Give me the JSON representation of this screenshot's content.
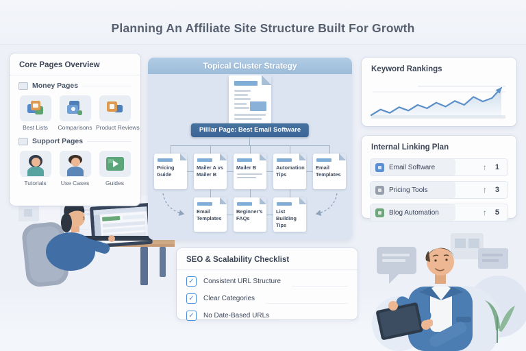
{
  "title": "Planning An Affiliate Site Structure Built For Growth",
  "colors": {
    "background": "#edf0f7",
    "band_blue": "#9cbcda",
    "pillar_badge_blue": "#3b6596",
    "doc_bar_blue": "#7fadd6",
    "connector": "#9fb3c8",
    "chart_line": "#5b8fc7",
    "checkbox_blue": "#4a90d9",
    "link_icon_blue": "#5b8fd4",
    "link_icon_gray": "#97a0ac",
    "link_icon_green": "#6fa77c"
  },
  "core_pages": {
    "title": "Core Pages Overview",
    "sections": [
      {
        "label": "Money Pages",
        "items": [
          {
            "label": "Best Lists"
          },
          {
            "label": "Comparisons"
          },
          {
            "label": "Product Reviews"
          }
        ]
      },
      {
        "label": "Support Pages",
        "items": [
          {
            "label": "Tutorials"
          },
          {
            "label": "Use Cases"
          },
          {
            "label": "Guides"
          }
        ]
      }
    ]
  },
  "cluster": {
    "title": "Topical Cluster Strategy",
    "pillar_label": "Pilllar Page: Best Email Software",
    "row1": [
      "Pricing Guide",
      "Mailer A vs Mailer B",
      "Mailer B",
      "Automation Tips",
      "Email Templates"
    ],
    "row2": [
      "Email Templates",
      "Beginner's FAQs",
      "List Building Tips"
    ]
  },
  "keyword_rankings": {
    "title": "Keyword Rankings",
    "chart_data": {
      "type": "line",
      "title": "Keyword Rankings",
      "x": [
        1,
        2,
        3,
        4,
        5,
        6,
        7,
        8,
        9,
        10,
        11,
        12,
        13,
        14,
        15
      ],
      "values": [
        32,
        42,
        36,
        46,
        40,
        50,
        44,
        54,
        47,
        57,
        50,
        64,
        56,
        62,
        80
      ],
      "xlabel": "",
      "ylabel": "",
      "grid": "faint horizontal lines",
      "legend": "none",
      "style": "upward zigzag trend line with arrowhead and light blue area fill"
    }
  },
  "internal_linking": {
    "title": "Internal Linking Plan",
    "rows": [
      {
        "label": "Email Software",
        "value": "1",
        "icon_color": "#5b8fd4",
        "arrow_color": "#86927f"
      },
      {
        "label": "Pricing Tools",
        "value": "3",
        "icon_color": "#97a0ac",
        "arrow_color": "#6a7280"
      },
      {
        "label": "Blog Automation",
        "value": "5",
        "icon_color": "#6fa77c",
        "arrow_color": "#5f9a6d"
      }
    ]
  },
  "seo_checklist": {
    "title": "SEO & Scalability Checklist",
    "items": [
      {
        "label": "Consistent URL Structure",
        "checked": true
      },
      {
        "label": "Clear Categories",
        "checked": true
      },
      {
        "label": "No Date-Based URLs",
        "checked": true
      }
    ]
  }
}
